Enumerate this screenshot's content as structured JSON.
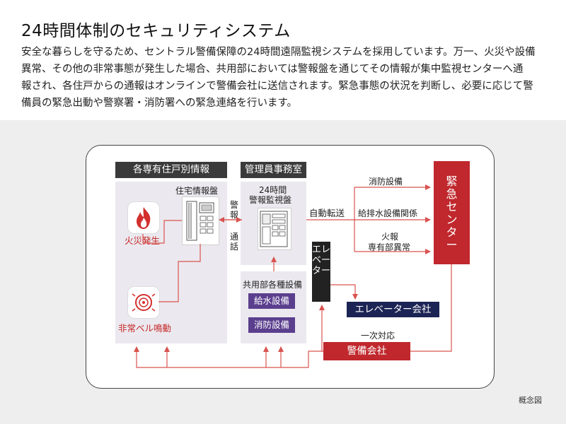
{
  "title": "24時間体制のセキュリティシステム",
  "intro_lines": [
    "安全な暮らしを守るため、セントラル警備保障の24時間遠隔監視システムを採用しています。万一、火災や設備",
    "異常、その他の非常事態が発生した場合、共用部においては警報盤を通じてその情報が集中監視センターへ通",
    "報され、各住戸からの通報はオンラインで警備会社に送信されます。緊急事態の状況を判断し、必要に応じて警",
    "備員の緊急出動や警察署・消防署への緊急連絡を行います。"
  ],
  "diagram": {
    "unit_header": "各専有住戸別情報",
    "unit_panel_label": "住宅情報盤",
    "fire_label": "火災発生",
    "bell_label": "非常ベル鳴動",
    "alarm_vertical": "警報",
    "talk_vertical": "通話",
    "office_header": "管理員事務室",
    "monitor_label_1": "24時間",
    "monitor_label_2": "警報監視盤",
    "common_label": "共用部各種設備",
    "water_supply": "給水設備",
    "fire_equipment": "消防設備",
    "auto_transfer": "自動転送",
    "route_fire_equipment": "消防設備",
    "route_water": "給排水設備関係",
    "route_fire_alarm_1": "火報",
    "route_fire_alarm_2": "専有部異常",
    "elevator_vertical": "エレベーター",
    "elevator_company": "エレベーター会社",
    "first_response": "一次対応",
    "security_company": "警備会社",
    "emergency_center": "緊急センター"
  },
  "footnote": "概念図",
  "colors": {
    "arrow_red": "#d9534f",
    "crimson": "#c0282d",
    "purple": "#5b3f8e",
    "navy": "#1c2455",
    "header_dark": "#3a3a3a",
    "area_lavender": "#ebe9ef"
  }
}
